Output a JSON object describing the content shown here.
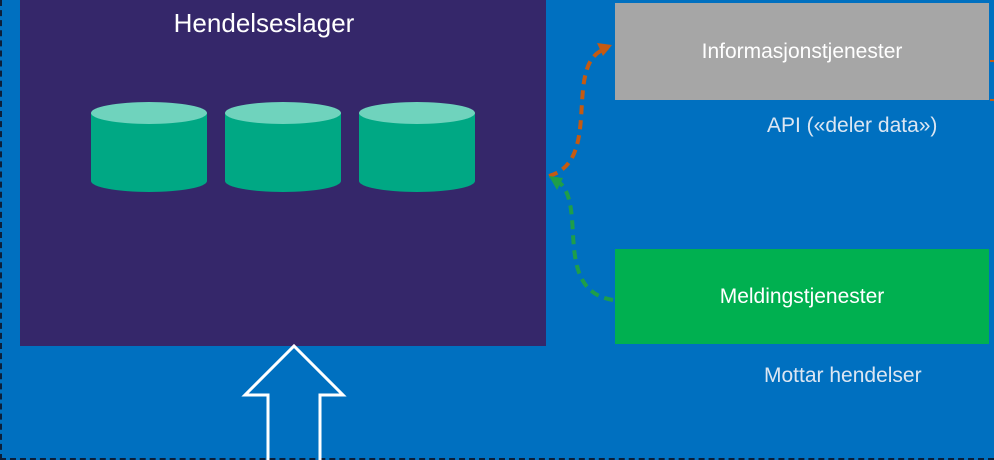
{
  "store": {
    "title": "Hendelseslager",
    "fill": "#35276a",
    "db_icons": [
      "database-icon",
      "database-icon",
      "database-icon"
    ],
    "db_color": "#00a884"
  },
  "services": {
    "information": {
      "label": "Informasjonstjenester",
      "caption": "API («deler data»)",
      "fill": "#a6a6a6"
    },
    "messaging": {
      "label": "Meldingstjenester",
      "caption": "Mottar hendelser",
      "fill": "#00b050"
    }
  },
  "connectors": {
    "store_to_information": {
      "style": "dashed",
      "color": "#c55a11"
    },
    "messaging_to_store": {
      "style": "dashed",
      "color": "#1e9e4a"
    }
  },
  "background": "#0070c0"
}
